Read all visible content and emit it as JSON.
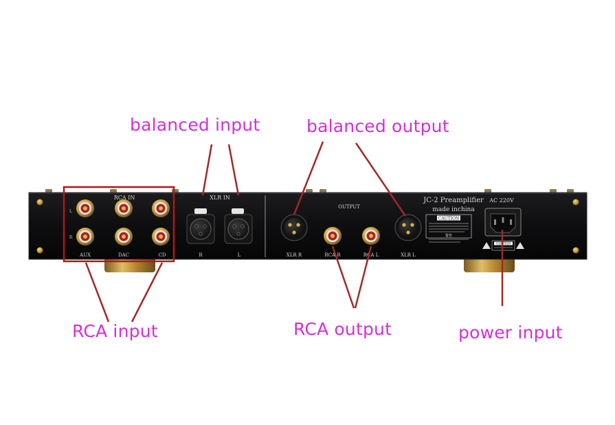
{
  "callouts": {
    "balanced_input": "balanced input",
    "balanced_output": "balanced output",
    "rca_input": "RCA input",
    "rca_output": "RCA output",
    "power_input": "power input"
  },
  "panel": {
    "rca_in_label": "RCA IN",
    "xlr_in_label": "XLR IN",
    "output_label": "OUTPUT",
    "model": "JC-2 Preamplifier",
    "made_in": "made inchina",
    "voltage": "AC 220V",
    "caution": "CAUTION",
    "caution_bottom": "CAUTION",
    "warning_cn": "警告",
    "channel_l": "L",
    "channel_r": "R",
    "aux": "AUX",
    "dac": "DAC",
    "cd": "CD",
    "xlr_r_in": "R",
    "xlr_l_in": "L",
    "xlr_r_out": "XLR R",
    "rca_r_out": "RCA R",
    "rca_l_out": "RCA L",
    "xlr_l_out": "XLR L"
  },
  "colors": {
    "callout_text": "#d42fd8",
    "pointer_line": "#a02828",
    "highlight_box": "#b01818",
    "chassis": "#101012",
    "gold": "#c9a54a"
  }
}
